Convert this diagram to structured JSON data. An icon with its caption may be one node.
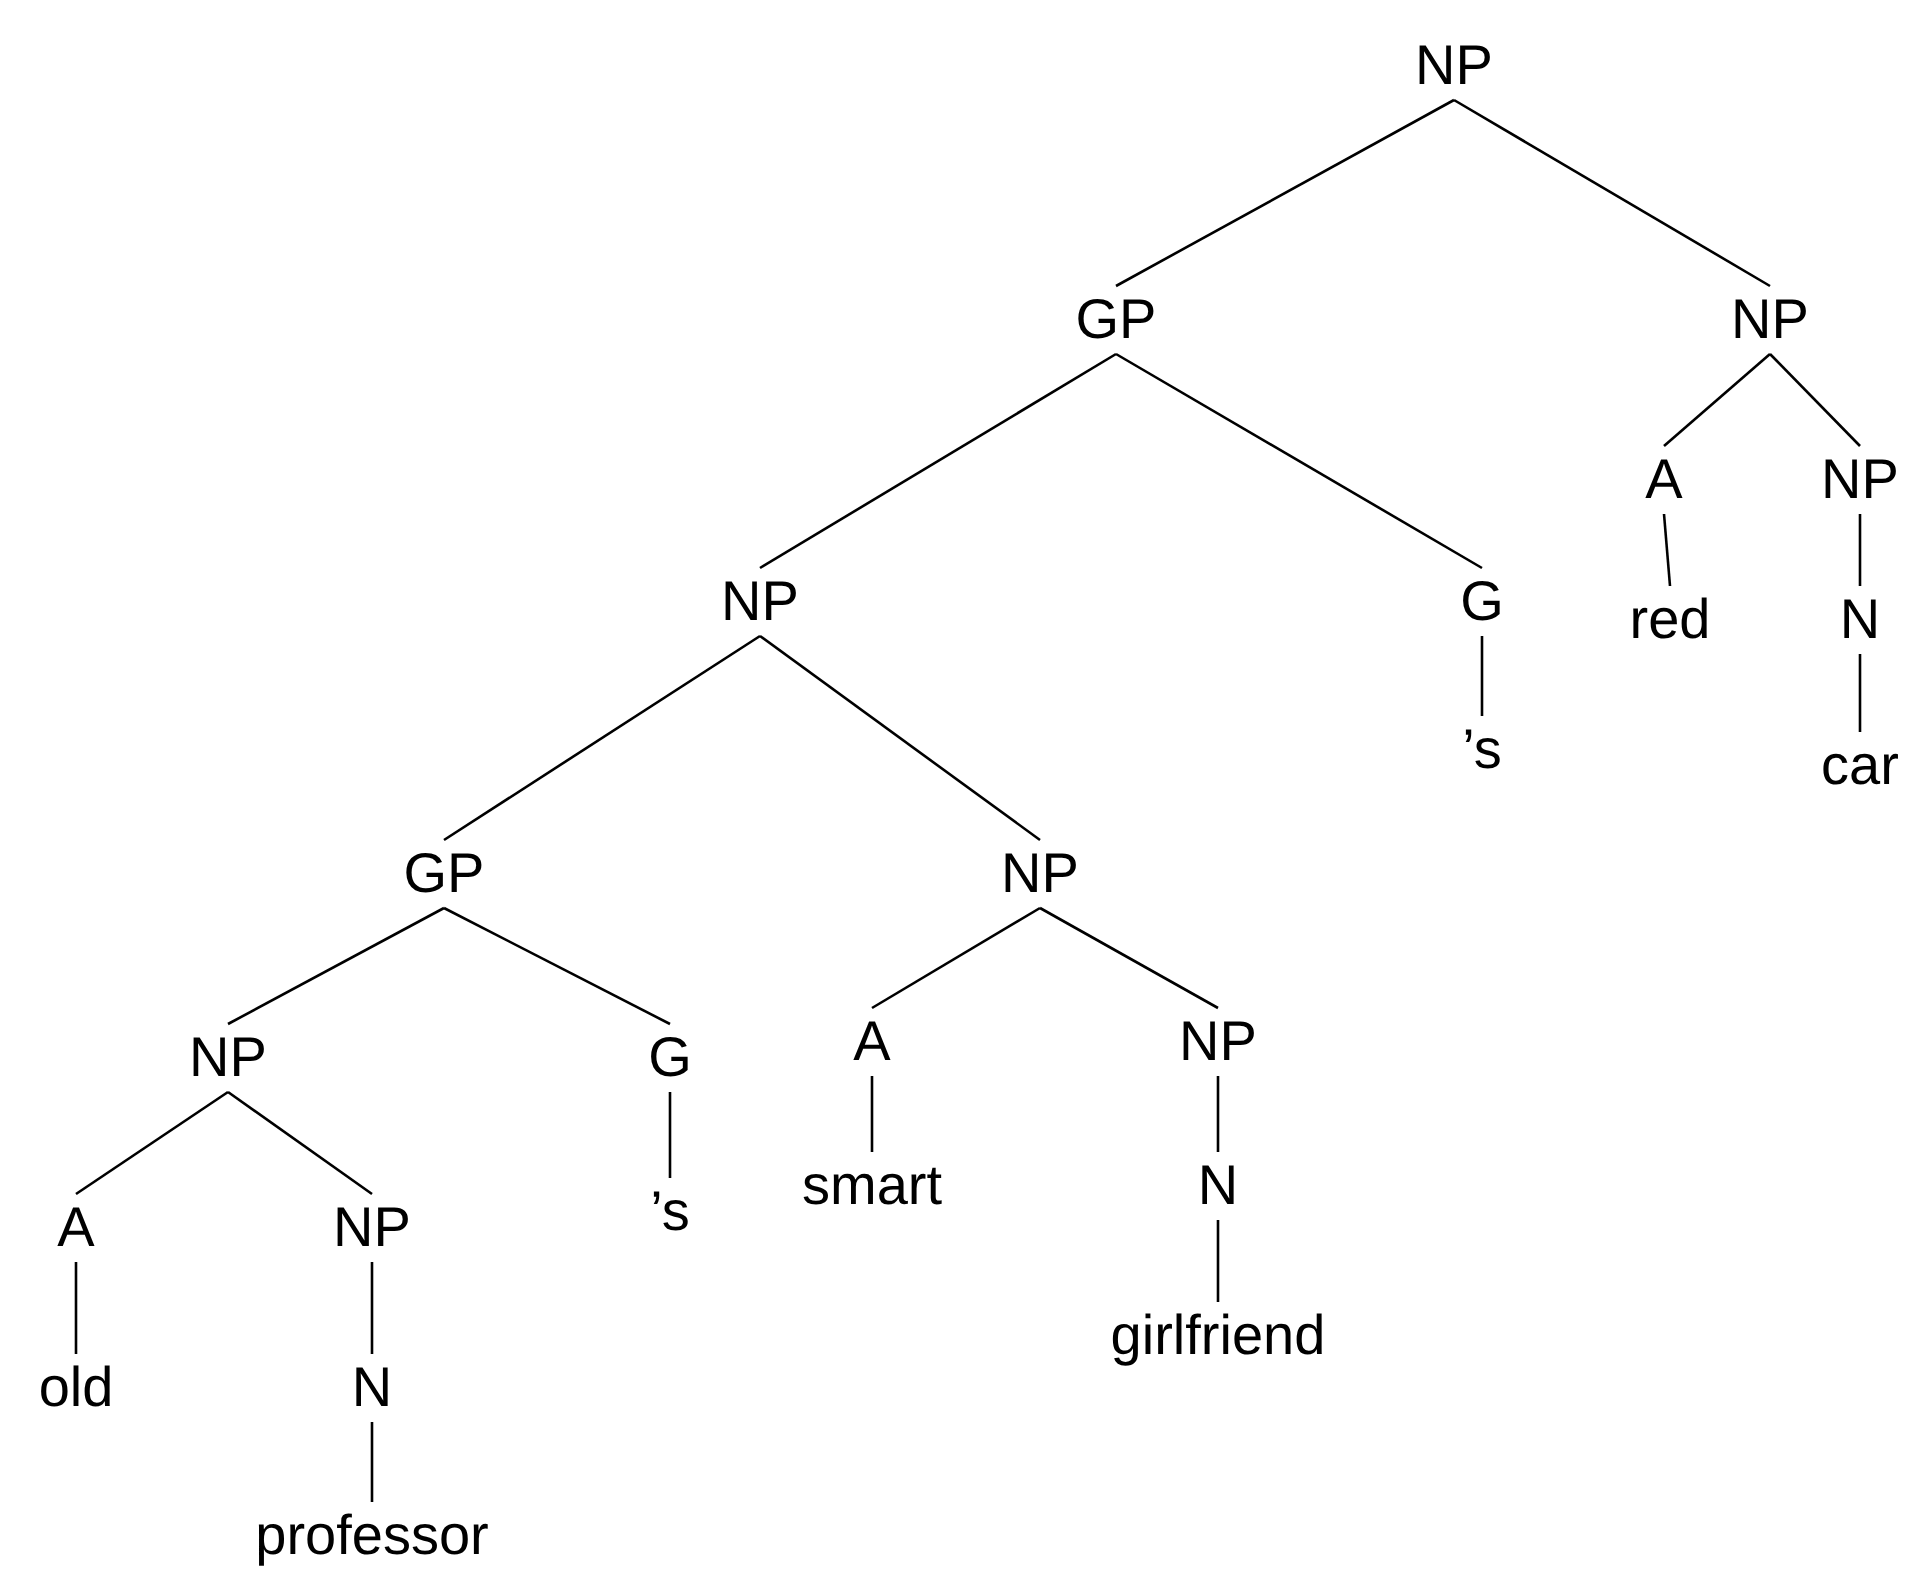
{
  "diagram": {
    "nodes": [
      {
        "text": [
          "NP"
        ]
      },
      {
        "text": [
          "GP"
        ]
      },
      {
        "text": [
          "NP"
        ]
      },
      {
        "text": [
          "A"
        ]
      },
      {
        "text": [
          "NP"
        ]
      },
      {
        "text": [
          "NP"
        ]
      },
      {
        "text": [
          "G"
        ]
      },
      {
        "text": [
          "red"
        ]
      },
      {
        "text": [
          "N"
        ]
      },
      {
        "text": [
          "’s"
        ]
      },
      {
        "text": [
          "car"
        ]
      },
      {
        "text": [
          "GP"
        ]
      },
      {
        "text": [
          "NP"
        ]
      },
      {
        "text": [
          "NP"
        ]
      },
      {
        "text": [
          "G"
        ]
      },
      {
        "text": [
          "A"
        ]
      },
      {
        "text": [
          "NP"
        ]
      },
      {
        "text": [
          "smart"
        ]
      },
      {
        "text": [
          "N"
        ]
      },
      {
        "text": [
          "’s"
        ]
      },
      {
        "text": [
          "A"
        ]
      },
      {
        "text": [
          "NP"
        ]
      },
      {
        "text": [
          "girlfriend"
        ]
      },
      {
        "text": [
          "old"
        ]
      },
      {
        "text": [
          "N"
        ]
      },
      {
        "text": [
          "professor"
        ]
      }
    ],
    "edges": [
      {
        "from": 0,
        "to": 1,
        "arrow": "none"
      },
      {
        "from": 0,
        "to": 2,
        "arrow": "none"
      },
      {
        "from": 1,
        "to": 5,
        "arrow": "none"
      },
      {
        "from": 1,
        "to": 6,
        "arrow": "none"
      },
      {
        "from": 2,
        "to": 3,
        "arrow": "none"
      },
      {
        "from": 2,
        "to": 4,
        "arrow": "none"
      },
      {
        "from": 3,
        "to": 7,
        "arrow": "none"
      },
      {
        "from": 4,
        "to": 8,
        "arrow": "none"
      },
      {
        "from": 6,
        "to": 9,
        "arrow": "none"
      },
      {
        "from": 8,
        "to": 10,
        "arrow": "none"
      },
      {
        "from": 5,
        "to": 11,
        "arrow": "none"
      },
      {
        "from": 5,
        "to": 12,
        "arrow": "none"
      },
      {
        "from": 11,
        "to": 13,
        "arrow": "none"
      },
      {
        "from": 11,
        "to": 14,
        "arrow": "none"
      },
      {
        "from": 12,
        "to": 15,
        "arrow": "none"
      },
      {
        "from": 12,
        "to": 16,
        "arrow": "none"
      },
      {
        "from": 15,
        "to": 17,
        "arrow": "none"
      },
      {
        "from": 16,
        "to": 18,
        "arrow": "none"
      },
      {
        "from": 14,
        "to": 19,
        "arrow": "none"
      },
      {
        "from": 18,
        "to": 22,
        "arrow": "none"
      },
      {
        "from": 13,
        "to": 20,
        "arrow": "none"
      },
      {
        "from": 13,
        "to": 21,
        "arrow": "none"
      },
      {
        "from": 20,
        "to": 23,
        "arrow": "none"
      },
      {
        "from": 21,
        "to": 24,
        "arrow": "none"
      },
      {
        "from": 24,
        "to": 25,
        "arrow": "none"
      }
    ]
  }
}
